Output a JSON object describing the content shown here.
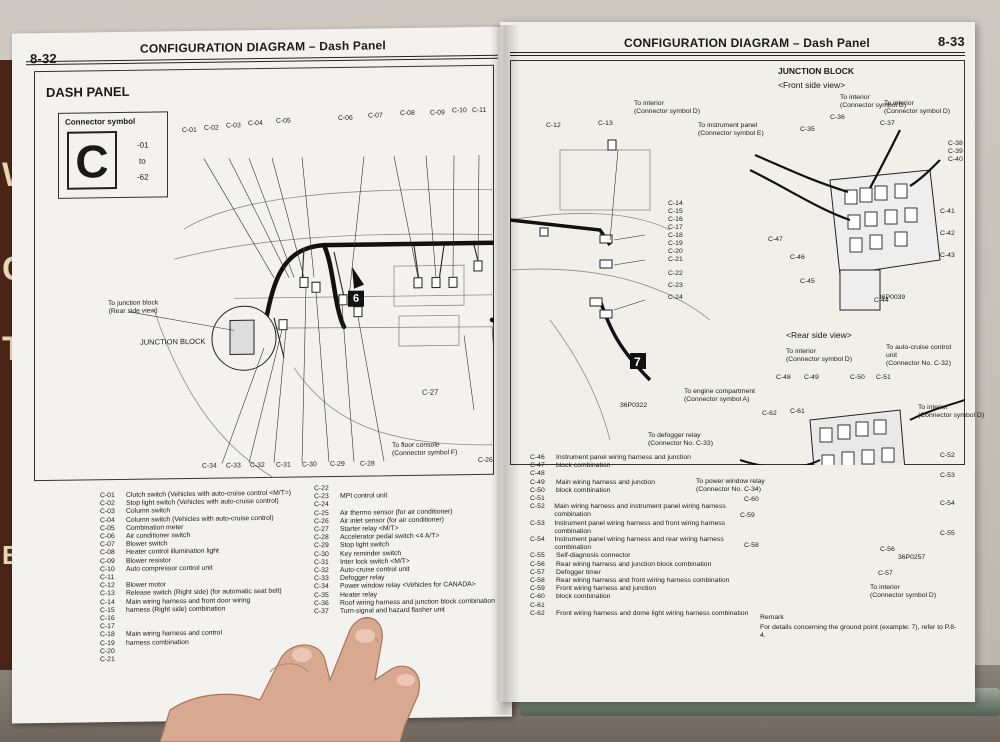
{
  "left_page": {
    "page_number": "8-32",
    "header": "CONFIGURATION DIAGRAM – Dash Panel",
    "section_title": "DASH PANEL",
    "connector_symbol": {
      "title": "Connector symbol",
      "letter": "C",
      "values": [
        "-01",
        "to",
        "-62"
      ]
    },
    "top_labels": [
      "C-01",
      "C-02",
      "C-03",
      "C-04",
      "C-05",
      "C-06",
      "C-07",
      "C-08",
      "C-09",
      "C-10",
      "C-11"
    ],
    "bottom_labels": [
      "C-34",
      "C-33",
      "C-32",
      "C-31",
      "C-30",
      "C-29",
      "C-28",
      "C-26"
    ],
    "callouts": {
      "junction_rear": "To junction block\n(Rear side view)",
      "junction_block": "JUNCTION BLOCK",
      "floor_console": "To floor console\n(Connector symbol F)",
      "c27": "C-27",
      "badge_6": "6"
    },
    "legend": [
      [
        "C-01",
        "Clutch switch (Vehicles with auto-cruise control <M/T>)"
      ],
      [
        "C-02",
        "Stop light switch (Vehicles with auto-cruise control)"
      ],
      [
        "C-03",
        "Column switch"
      ],
      [
        "C-04",
        "Column switch (Vehicles with auto-cruise control)"
      ],
      [
        "C-05",
        "Combination meter"
      ],
      [
        "C-06",
        "Air conditioner switch"
      ],
      [
        "C-07",
        "Blower switch"
      ],
      [
        "C-08",
        "Heater control illumination light"
      ],
      [
        "C-09",
        "Blower resistor"
      ],
      [
        "C-10",
        "Auto compressor control unit"
      ],
      [
        "C-11",
        ""
      ],
      [
        "C-12",
        "Blower motor"
      ],
      [
        "C-13",
        "Release switch (Right side) (for automatic seat belt)"
      ],
      [
        "C-14",
        "Main wiring harness and front door wiring"
      ],
      [
        "C-15",
        "harness (Right side) combination"
      ],
      [
        "C-16",
        ""
      ],
      [
        "C-17",
        ""
      ],
      [
        "C-18",
        "Main wiring harness and control"
      ],
      [
        "C-19",
        "harness combination"
      ],
      [
        "C-20",
        ""
      ],
      [
        "C-21",
        ""
      ]
    ],
    "legend2": [
      [
        "C-22",
        ""
      ],
      [
        "C-23",
        "MPI control unit"
      ],
      [
        "C-24",
        ""
      ],
      [
        "C-25",
        "Air thermo sensor (for air conditioner)"
      ],
      [
        "C-26",
        "Air inlet sensor (for air conditioner)"
      ],
      [
        "C-27",
        "Starter relay <M/T>"
      ],
      [
        "C-28",
        "Accelerator pedal switch <4 A/T>"
      ],
      [
        "C-29",
        "Stop light switch"
      ],
      [
        "C-30",
        "Key reminder switch"
      ],
      [
        "C-31",
        "Inter lock switch <M/T>"
      ],
      [
        "C-32",
        "Auto-cruise control unit"
      ],
      [
        "C-33",
        "Defogger relay"
      ],
      [
        "C-34",
        "Power window relay <Vehicles for CANADA>"
      ],
      [
        "C-35",
        "Heater relay"
      ],
      [
        "C-36",
        "Roof wiring harness and junction block combination"
      ],
      [
        "C-37",
        "Turn-signal and hazard flasher unit"
      ]
    ]
  },
  "right_page": {
    "page_number": "8-33",
    "header": "CONFIGURATION DIAGRAM – Dash Panel",
    "junction_title": "JUNCTION BLOCK",
    "front_view": "<Front side view>",
    "rear_view": "<Rear side view>",
    "code_front": "36P0039",
    "code_rear": "36P0257",
    "code_mid": "36P0322",
    "badge_7": "7",
    "labels_left": [
      "C-12",
      "C-13"
    ],
    "labels_stack": [
      "C-14",
      "C-15",
      "C-16",
      "C-17",
      "C-18",
      "C-19",
      "C-20",
      "C-21"
    ],
    "labels_22": [
      "C-22",
      "C-23",
      "C-24"
    ],
    "front_labels": [
      "C-35",
      "C-36",
      "C-37",
      "C-38",
      "C-39",
      "C-40",
      "C-41",
      "C-42",
      "C-43",
      "C-44",
      "C-45",
      "C-46",
      "C-47"
    ],
    "rear_labels": [
      "C-48",
      "C-49",
      "C-50",
      "C-51",
      "C-52",
      "C-53",
      "C-54",
      "C-55",
      "C-56",
      "C-57",
      "C-58",
      "C-59",
      "C-60",
      "C-61",
      "C-62"
    ],
    "callouts": {
      "to_interior_d": "To interior\n(Connector symbol D)",
      "to_instrument": "To instrument panel\n(Connector symbol E)",
      "to_interior_d2": "To interior\n(Connector symbol D)",
      "to_interior_d3": "To interior\n(Connector symbol D)",
      "to_interior_d4": "To interior\n(Connector symbol D)",
      "to_autocruise": "To auto-cruise control\nunit\n(Connector No. C-32)",
      "to_engine": "To engine compartment\n(Connector symbol A)",
      "to_defogger": "To defogger relay\n(Connector No. C-33)",
      "to_power_window": "To power window relay\n(Connector No. C-34)",
      "to_interior_d5": "To interior\n(Connector symbol D)",
      "to_interior_d6": "To interior\n(Connector symbol D)"
    },
    "legend": [
      [
        "C-46",
        "Instrument panel wiring harness and junction"
      ],
      [
        "C-47",
        "block combination"
      ],
      [
        "C-48",
        ""
      ],
      [
        "C-49",
        "Main wiring harness and junction"
      ],
      [
        "C-50",
        "block combination"
      ],
      [
        "C-51",
        ""
      ],
      [
        "C-52",
        "Main wiring harness and instrument panel wiring harness combination"
      ],
      [
        "C-53",
        "Instrument panel wiring harness and front wiring harness combination"
      ],
      [
        "C-54",
        "Instrument panel wiring harness and rear wiring harness combination"
      ],
      [
        "C-55",
        "Self-diagnosis connector"
      ],
      [
        "C-56",
        "Rear wiring harness and junction block combination"
      ],
      [
        "C-57",
        "Defogger timer"
      ],
      [
        "C-58",
        "Rear wiring harness and front wiring harness combination"
      ],
      [
        "C-59",
        "Front wiring harness and junction"
      ],
      [
        "C-60",
        "block combination"
      ],
      [
        "C-61",
        ""
      ],
      [
        "C-62",
        "Front wiring harness and dome light wiring harness combination"
      ]
    ],
    "remark_title": "Remark",
    "remark_text": "For details concerning the ground point (example: 7), refer to P.8-4."
  }
}
